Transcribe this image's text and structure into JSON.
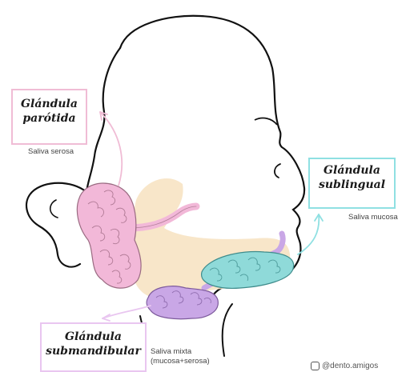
{
  "labels": {
    "parotid": {
      "line1": "Glándula",
      "line2": "parótida",
      "note": "Saliva serosa"
    },
    "sublingual": {
      "line1": "Glándula",
      "line2": "sublingual",
      "note": "Saliva mucosa"
    },
    "submandibular": {
      "line1": "Glándula",
      "line2": "submandibular",
      "note_line1": "Saliva mixta",
      "note_line2": "(mucosa+serosa)"
    }
  },
  "credit": "@dento.amigos",
  "colors": {
    "parotid": "#f2b8d8",
    "parotid_border": "#f0bcd5",
    "sublingual": "#8fdad9",
    "sublingual_border": "#8fe0e2",
    "submandibular": "#c9a7e6",
    "submandibular_border": "#d9b8ee",
    "mandible": "#f7e3c3",
    "outline": "#111111"
  }
}
